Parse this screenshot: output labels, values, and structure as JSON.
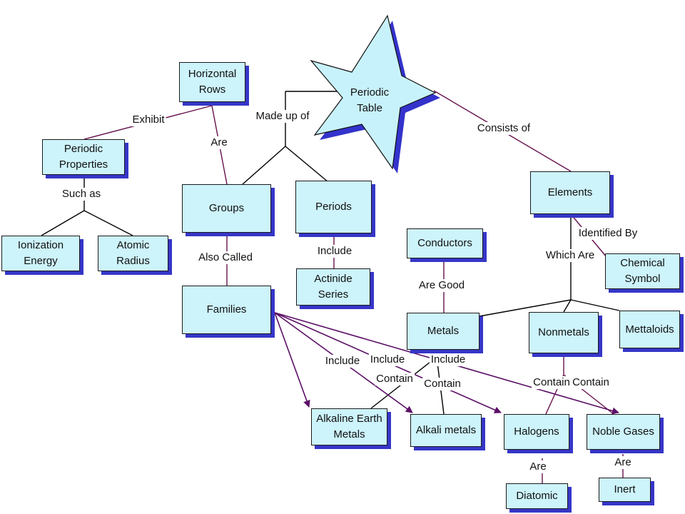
{
  "diagram": {
    "center": "Periodic\nTable",
    "nodes": {
      "horizontal_rows": "Horizontal\nRows",
      "periodic_properties": "Periodic\nProperties",
      "ionization_energy": "Ionization\nEnergy",
      "atomic_radius": "Atomic\nRadius",
      "groups": "Groups",
      "periods": "Periods",
      "families": "Families",
      "actinide_series": "Actinide\nSeries",
      "conductors": "Conductors",
      "elements": "Elements",
      "chemical_symbol": "Chemical\nSymbol",
      "metals": "Metals",
      "nonmetals": "Nonmetals",
      "metalloids": "Mettaloids",
      "alkaline_earth_metals": "Alkaline Earth\nMetals",
      "alkali_metals": "Alkali metals",
      "halogens": "Halogens",
      "noble_gases": "Noble Gases",
      "diatomic": "Diatomic",
      "inert": "Inert"
    },
    "links": {
      "exhibit": "Exhibit",
      "are_rows": "Are",
      "made_up_of": "Made up of",
      "such_as": "Such as",
      "also_called": "Also Called",
      "include_periods": "Include",
      "consists_of": "Consists of",
      "identified_by": "Identified By",
      "which_are": "Which Are",
      "are_good": "Are Good",
      "include_1": "Include",
      "include_2": "Include",
      "include_3": "Include",
      "contain_1": "Contain",
      "contain_2": "Contain",
      "contain_3": "Contain",
      "contain_4": "Contain",
      "are_halogens": "Are",
      "are_noble": "Are"
    }
  },
  "colors": {
    "node_fill": "#cdf3fb",
    "node_shadow": "#3636c8",
    "link_line": "#66104d",
    "tree_line": "#000000",
    "arrow": "#5b0f66"
  }
}
